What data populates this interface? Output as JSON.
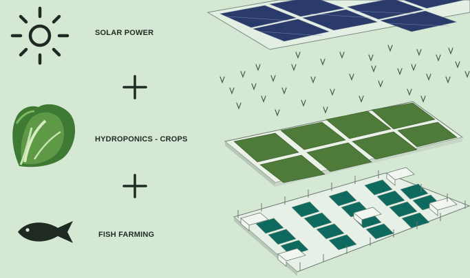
{
  "rows": [
    {
      "label": "SOLAR POWER",
      "icon": "sun-icon"
    },
    {
      "label": "HYDROPONICS - CROPS",
      "icon": "lettuce-icon"
    },
    {
      "label": "FISH FARMING",
      "icon": "fish-icon"
    }
  ],
  "operators": [
    "+",
    "+"
  ],
  "colors": {
    "background": "#d5e8d3",
    "icon": "#1f2a22",
    "panel": "#2a3a6a",
    "crop": "#4e7a3a",
    "water": "#0e6a5e"
  }
}
